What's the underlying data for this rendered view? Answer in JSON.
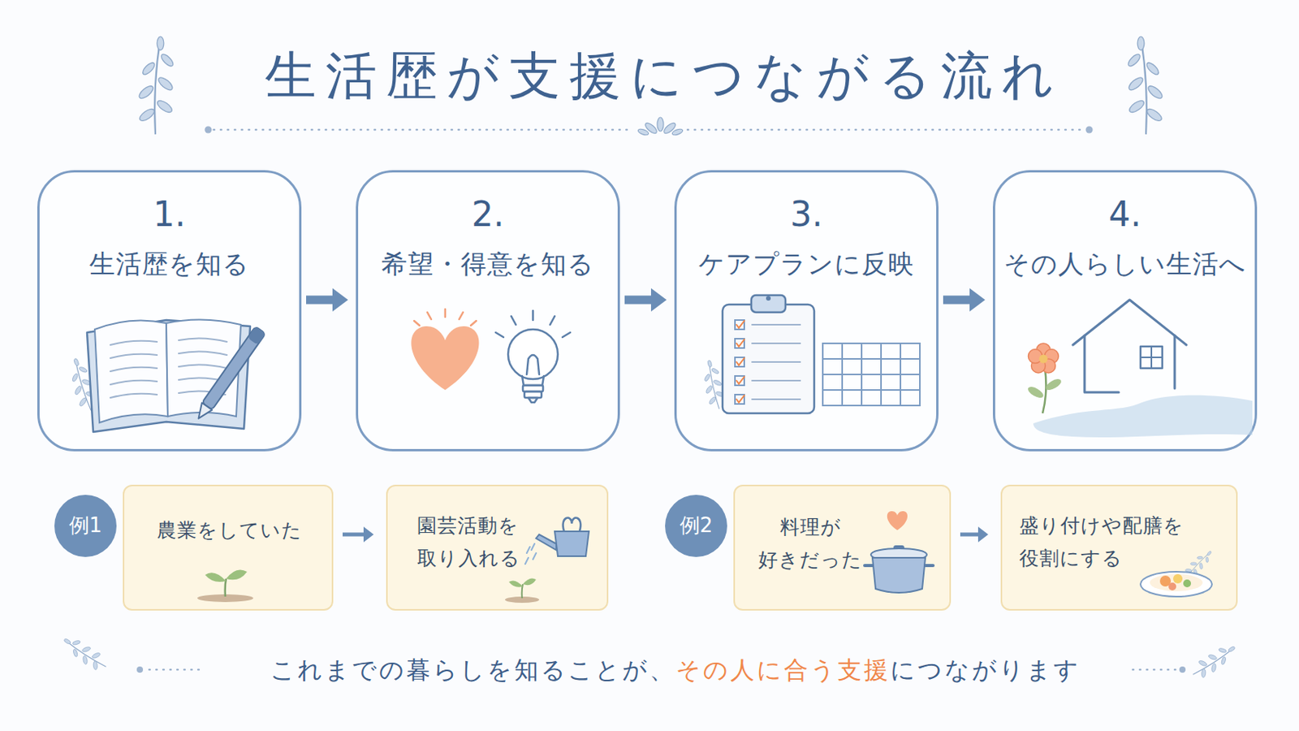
{
  "diagram": {
    "title": "生活歴が支援につながる流れ",
    "caption": "これまでの暮らしを知ることが、その人に合う支援につながります",
    "nodes": [
      {
        "text": [
          "1.",
          "生活歴を知る"
        ]
      },
      {
        "text": [
          "2.",
          "希望・得意を知る"
        ]
      },
      {
        "text": [
          "3.",
          "ケアプランに反映"
        ]
      },
      {
        "text": [
          "4.",
          "その人らしい生活へ"
        ]
      },
      {
        "text": [
          "例1"
        ]
      },
      {
        "text": [
          "農業をしていた"
        ]
      },
      {
        "text": [
          "園芸活動を 取り入れる"
        ]
      },
      {
        "text": [
          "例2"
        ]
      },
      {
        "text": [
          "料理が 好きだった"
        ]
      },
      {
        "text": [
          "盛り付けや配膳を 役割にする"
        ]
      }
    ],
    "edges": [
      {
        "from": 0,
        "to": 1,
        "arrow": "to"
      },
      {
        "from": 1,
        "to": 2,
        "arrow": "to"
      },
      {
        "from": 2,
        "to": 3,
        "arrow": "to"
      },
      {
        "from": 5,
        "to": 6,
        "arrow": "to"
      },
      {
        "from": 8,
        "to": 9,
        "arrow": "to"
      }
    ]
  }
}
